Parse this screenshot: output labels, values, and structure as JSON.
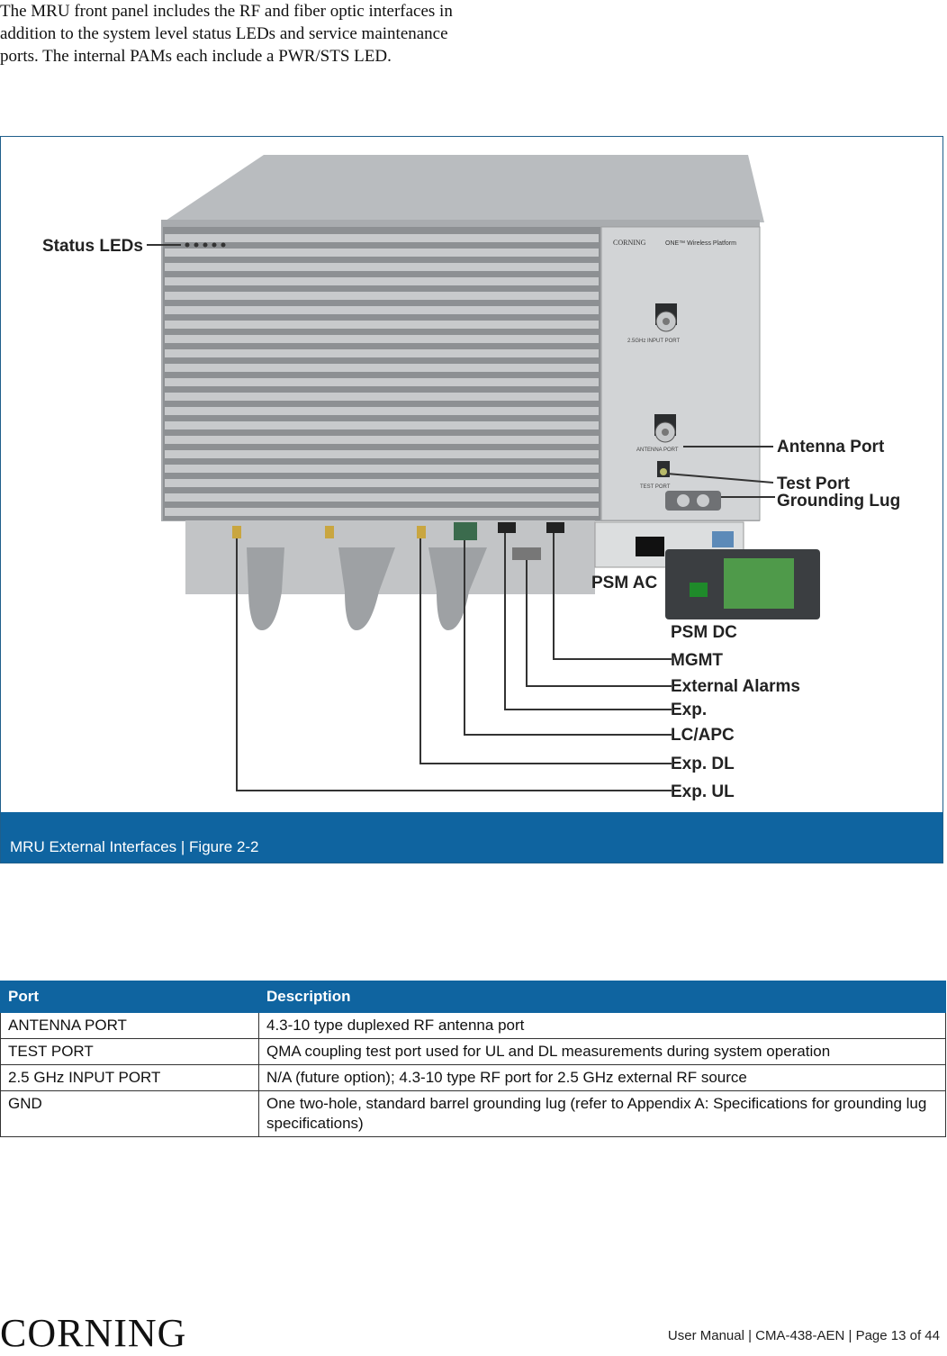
{
  "intro": {
    "text": "The MRU front panel includes the RF and fiber optic interfaces in addition to the system level status LEDs and service maintenance ports. The internal PAMs each include a PWR/STS LED."
  },
  "figure": {
    "caption": "MRU External Interfaces | Figure 2-2",
    "callouts": {
      "status_leds": "Status LEDs",
      "antenna_port": "Antenna Port",
      "test_port": "Test Port",
      "grounding_lug": "Grounding Lug",
      "psm_ac": "PSM AC",
      "psm_dc": "PSM DC",
      "mgmt": "MGMT",
      "external_alarms": "External Alarms",
      "exp": "Exp.",
      "lc_apc": "LC/APC",
      "exp_dl": "Exp. DL",
      "exp_ul": "Exp. UL"
    },
    "device_labels": {
      "brand": "CORNING",
      "platform": "ONE™ Wireless Platform",
      "input_port": "2.5GHz INPUT PORT",
      "antenna": "ANTENNA PORT",
      "test": "TEST PORT"
    }
  },
  "table": {
    "headers": [
      "Port",
      "Description"
    ],
    "rows": [
      [
        "ANTENNA PORT",
        "4.3-10 type duplexed RF antenna port"
      ],
      [
        "TEST PORT",
        "QMA coupling test port used for UL and DL measurements during system operation"
      ],
      [
        "2.5 GHz INPUT PORT",
        "N/A (future option); 4.3-10 type RF port for 2.5 GHz external RF source"
      ],
      [
        "GND",
        "One two-hole, standard barrel grounding lug (refer to Appendix A: Specifications for grounding lug specifications)"
      ]
    ]
  },
  "footer": {
    "logo": "CORNING",
    "text": "User Manual | CMA-438-AEN | Page 13 of 44"
  }
}
